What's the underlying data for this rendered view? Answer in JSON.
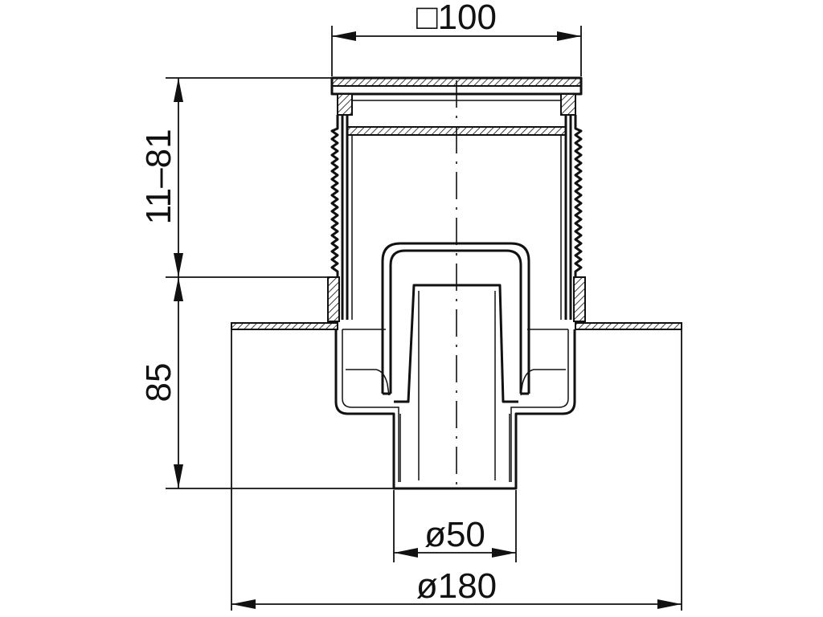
{
  "dimensions": {
    "grate_size": "□100",
    "height_adjust": "11–81",
    "body_height": "85",
    "outlet_diameter": "ø50",
    "flange_diameter": "ø180"
  },
  "colors": {
    "line": "#111111",
    "background": "#ffffff"
  }
}
